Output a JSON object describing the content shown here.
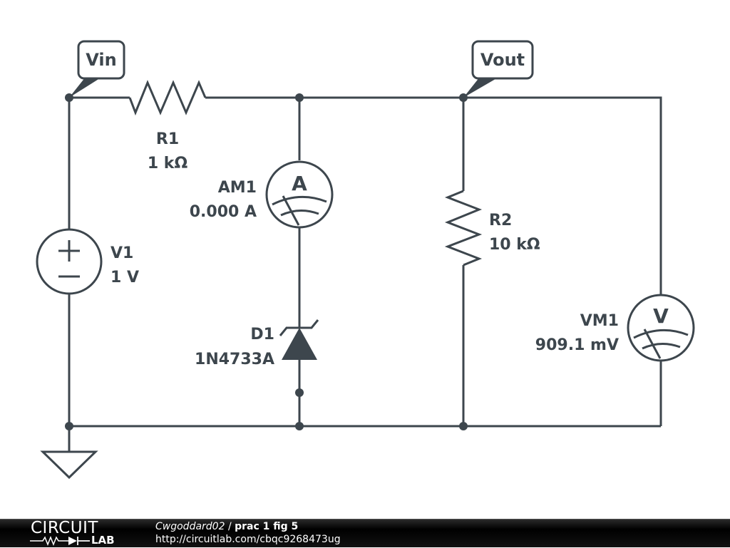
{
  "schematic": {
    "colors": {
      "wire": "#3d464d",
      "background": "#ffffff",
      "footer": "#000000"
    },
    "net_labels": {
      "vin": "Vin",
      "vout": "Vout"
    },
    "components": {
      "r1": {
        "name": "R1",
        "value": "1 kΩ"
      },
      "r2": {
        "name": "R2",
        "value": "10 kΩ"
      },
      "v1": {
        "name": "V1",
        "value": "1 V",
        "plus": "+",
        "minus": "−"
      },
      "am1": {
        "name": "AM1",
        "value": "0.000 A",
        "symbol": "A"
      },
      "d1": {
        "name": "D1",
        "value": "1N4733A"
      },
      "vm1": {
        "name": "VM1",
        "value": "909.1 mV",
        "symbol": "V"
      }
    }
  },
  "footer": {
    "logo_top": "CIRCUIT",
    "logo_bottom": "LAB",
    "user": "Cwgoddard02",
    "separator": " / ",
    "title": "prac 1 fig 5",
    "url": "http://circuitlab.com/cbqc9268473ug"
  }
}
